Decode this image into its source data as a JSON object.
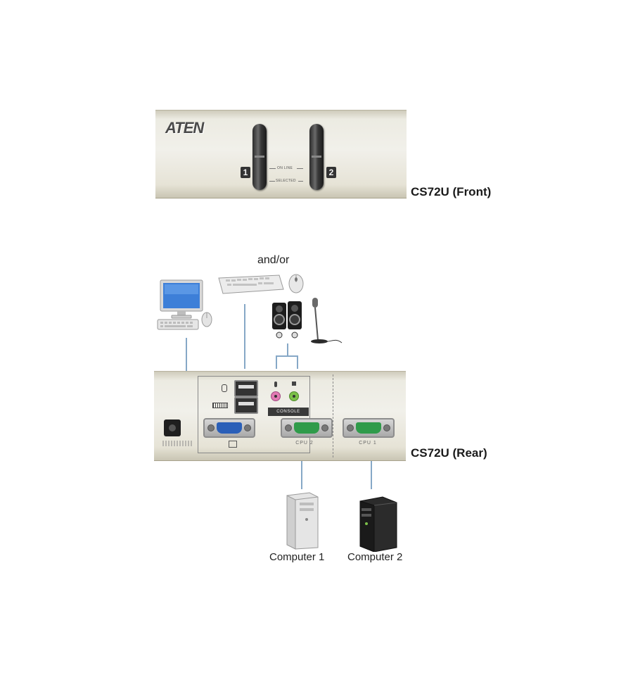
{
  "brand": "ATEN",
  "front": {
    "caption": "CS72U (Front)",
    "port_1": "1",
    "port_2": "2",
    "online_label": "ON LINE",
    "selected_label": "SELECTED"
  },
  "rear": {
    "caption": "CS72U (Rear)",
    "console_label": "CONSOLE",
    "cpu2_label": "CPU 2",
    "cpu1_label": "CPU 1"
  },
  "peripherals": {
    "andor_label": "and/or"
  },
  "computers": {
    "computer1_label": "Computer 1",
    "computer2_label": "Computer 2"
  },
  "colors": {
    "wire": "#86a8c7",
    "vga_monitor_port": "#2a5fb8",
    "vga_cpu_port": "#2f9b4a",
    "mic_jack": "#e27ab3",
    "speaker_jack": "#7cc04a"
  }
}
